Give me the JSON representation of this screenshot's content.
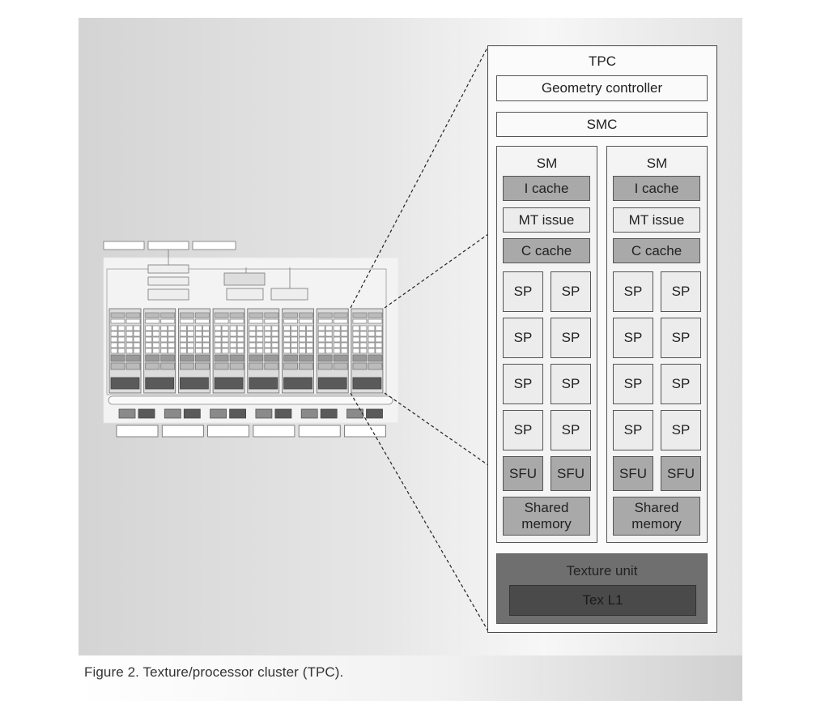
{
  "caption": "Figure 2. Texture/processor cluster (TPC).",
  "colors": {
    "light_block": "#ececec",
    "mid_block": "#a9a9a9",
    "dark_block": "#6f6f6f",
    "darker_block": "#4a4a4a"
  },
  "tpc": {
    "title": "TPC",
    "geometry_controller": "Geometry controller",
    "smc": "SMC",
    "sms": [
      {
        "title": "SM",
        "i_cache": "I cache",
        "mt_issue": "MT issue",
        "c_cache": "C cache",
        "sp": [
          "SP",
          "SP",
          "SP",
          "SP",
          "SP",
          "SP",
          "SP",
          "SP"
        ],
        "sfu": [
          "SFU",
          "SFU"
        ],
        "shared_memory": "Shared memory"
      },
      {
        "title": "SM",
        "i_cache": "I cache",
        "mt_issue": "MT issue",
        "c_cache": "C cache",
        "sp": [
          "SP",
          "SP",
          "SP",
          "SP",
          "SP",
          "SP",
          "SP",
          "SP"
        ],
        "sfu": [
          "SFU",
          "SFU"
        ],
        "shared_memory": "Shared memory"
      }
    ],
    "texture_unit": "Texture unit",
    "tex_l1": "Tex L1"
  }
}
